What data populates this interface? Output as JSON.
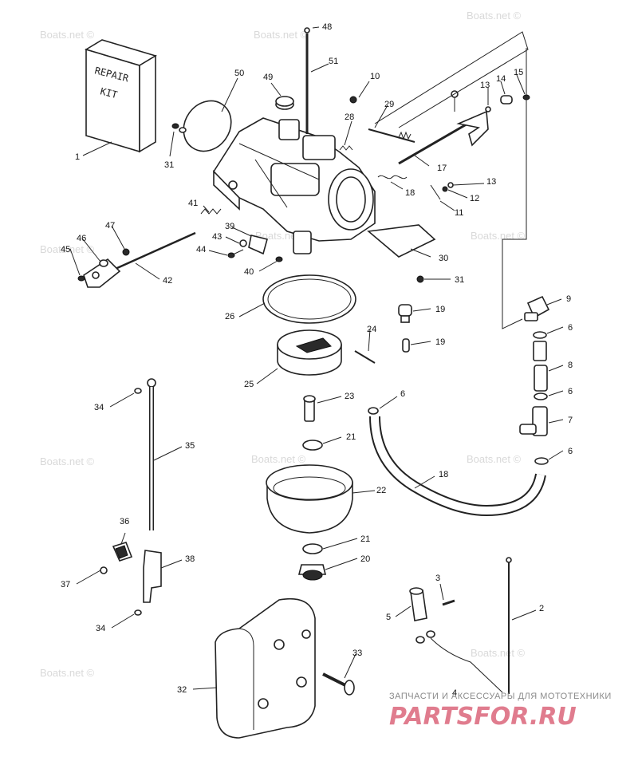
{
  "watermark": "Boats.net ©",
  "repair_kit_text": [
    "REPAIR",
    "KIT"
  ],
  "brand": {
    "tagline": "ЗАПЧАСТИ И АКСЕССУАРЫ ДЛЯ МОТОТЕХНИКИ",
    "logo": "PARTSFOR.RU",
    "color": "#e07c8e"
  },
  "callouts": [
    "1",
    "2",
    "3",
    "4",
    "5",
    "6",
    "6",
    "6",
    "6",
    "7",
    "8",
    "9",
    "10",
    "11",
    "12",
    "13",
    "13",
    "14",
    "15",
    "17",
    "18",
    "18",
    "19",
    "19",
    "20",
    "21",
    "21",
    "22",
    "23",
    "24",
    "25",
    "26",
    "28",
    "29",
    "30",
    "31",
    "31",
    "32",
    "33",
    "34",
    "34",
    "35",
    "36",
    "37",
    "38",
    "39",
    "40",
    "41",
    "42",
    "43",
    "44",
    "45",
    "46",
    "47",
    "48",
    "49",
    "50",
    "51"
  ]
}
